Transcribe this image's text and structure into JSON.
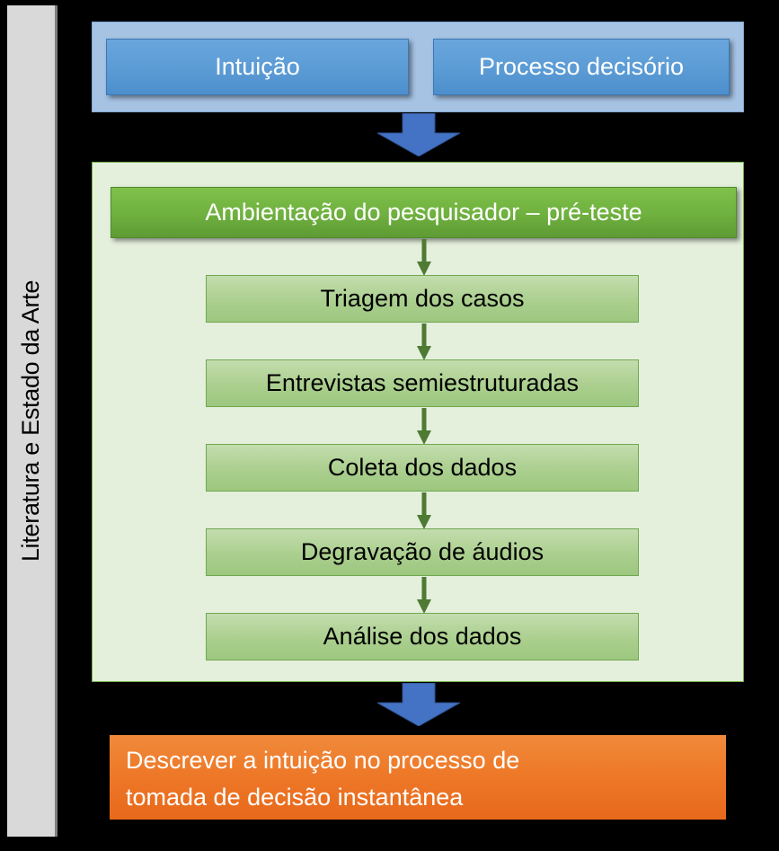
{
  "sidebar": {
    "label": "Literatura e Estado da Arte"
  },
  "inputs": {
    "boxes": [
      {
        "label": "Intuição"
      },
      {
        "label": "Processo decisório"
      }
    ]
  },
  "process": {
    "title": "Ambientação do pesquisador – pré-teste",
    "steps": [
      {
        "label": "Triagem dos casos"
      },
      {
        "label": "Entrevistas semiestruturadas"
      },
      {
        "label": "Coleta dos dados"
      },
      {
        "label": "Degravação de áudios"
      },
      {
        "label": "Análise dos dados"
      }
    ]
  },
  "outcome": {
    "line1": "Descrever a intuição no processo de",
    "line2": "tomada de decisão instantânea"
  },
  "colors": {
    "sidebar_bg": "#D9D9D9",
    "blue_container": "#A6C3E4",
    "blue_box": "#5B9BD5",
    "green_container": "#E4EFDC",
    "green_title": "#6FB03F",
    "green_step": "#A9CE8C",
    "orange_box": "#EE7B2A",
    "arrow_blue": "#4472C4",
    "arrow_green": "#4E7A33",
    "canvas": "#000000"
  }
}
